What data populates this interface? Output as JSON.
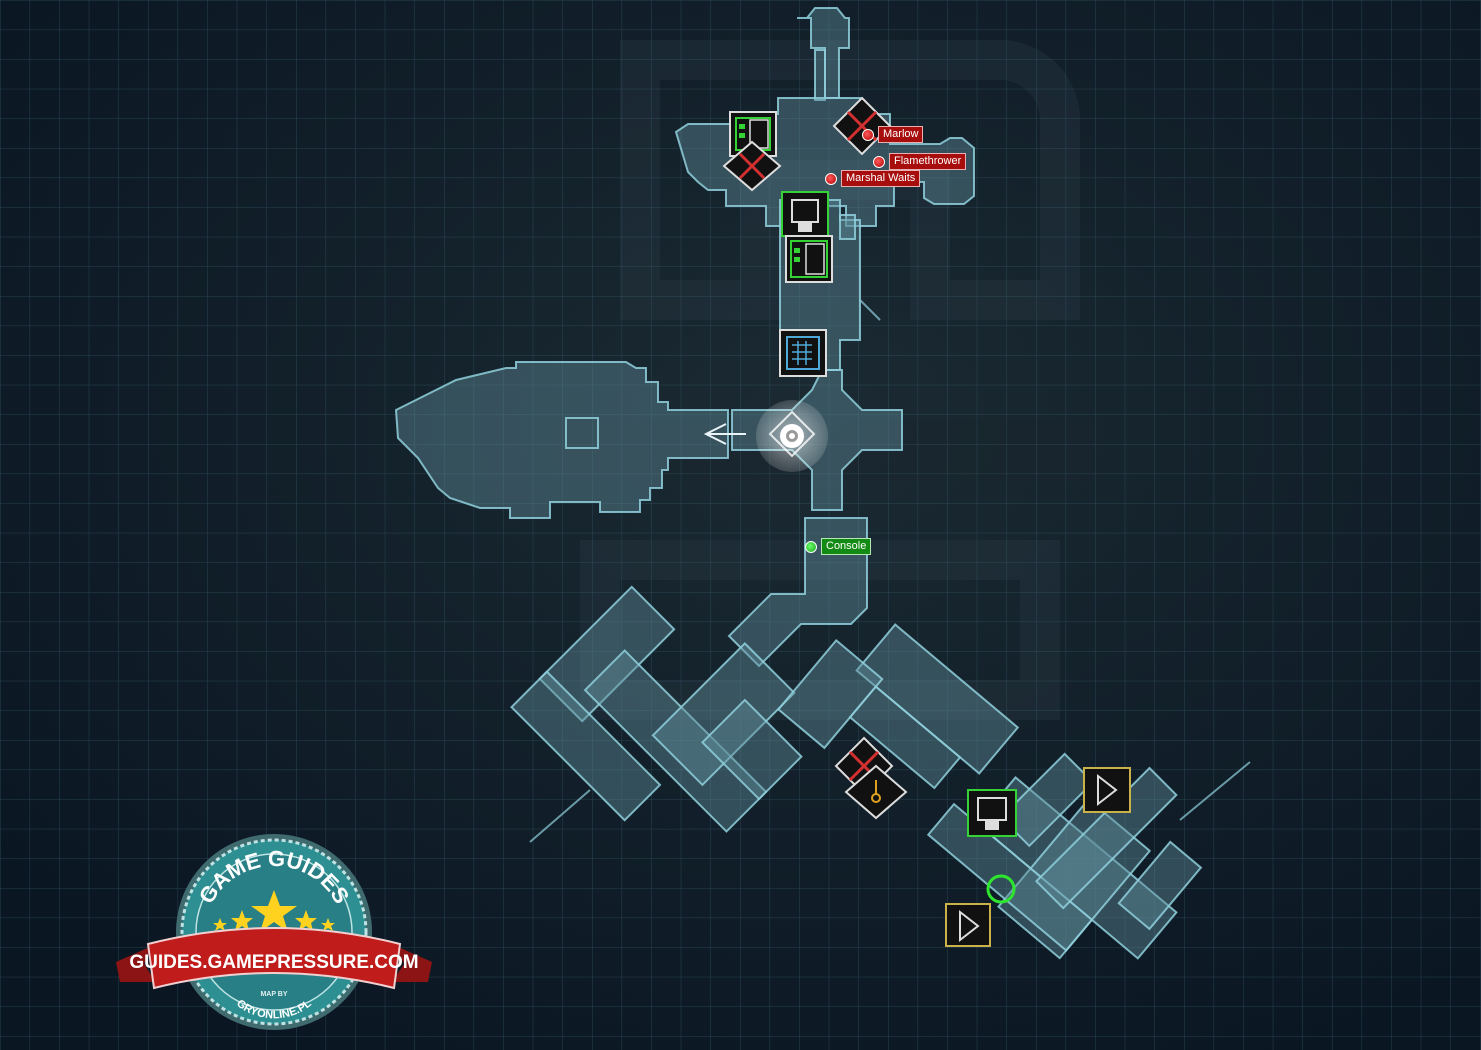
{
  "map": {
    "markers": [
      {
        "id": "marlow",
        "label": "Marlow",
        "color": "red"
      },
      {
        "id": "flamethrower",
        "label": "Flamethrower",
        "color": "red"
      },
      {
        "id": "marshal-waits",
        "label": "Marshal Waits",
        "color": "red"
      },
      {
        "id": "console",
        "label": "Console",
        "color": "green"
      }
    ],
    "icons": [
      "locker-icon",
      "save-station-icon",
      "blocked-door-icon",
      "circuit-panel-icon",
      "waypoint-icon",
      "direction-arrow-icon",
      "exit-arrow-icon",
      "objective-ring-icon"
    ],
    "colors": {
      "background": "#0c1620",
      "grid": "#3a6272",
      "room_fill": "#5d8a96",
      "room_stroke": "#8fd0dc",
      "red_marker": "#a80d0d",
      "green_marker": "#138a13"
    }
  },
  "watermark": {
    "top_text": "GAME GUIDES",
    "ribbon_text": "GUIDES.GAMEPRESSURE.COM",
    "bottom_small": "MAP BY",
    "bottom_text": "GRYONLINE.PL"
  }
}
